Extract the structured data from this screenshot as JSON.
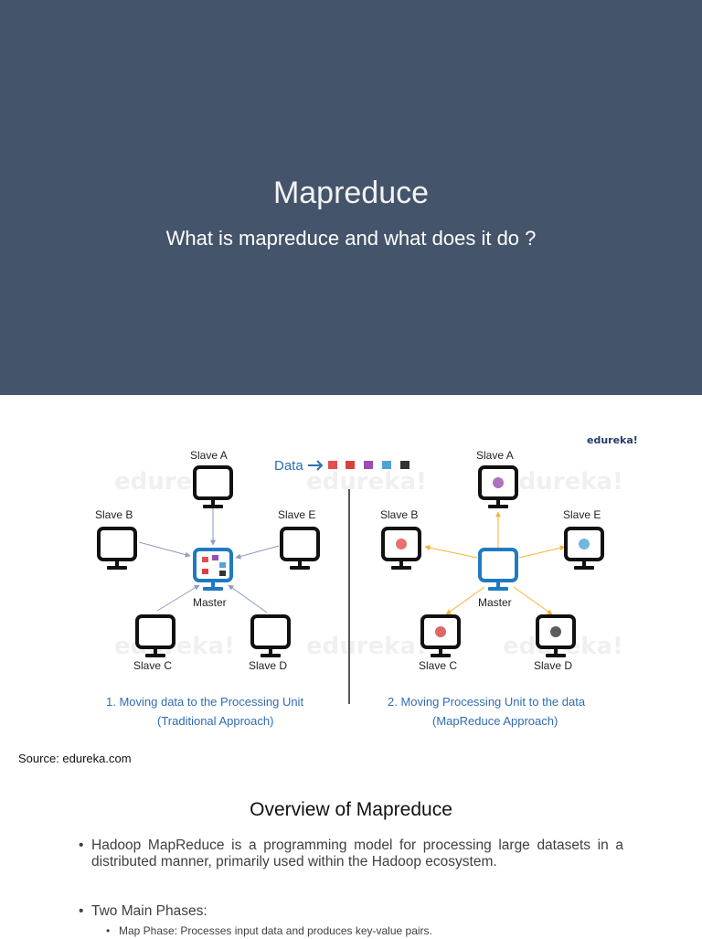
{
  "slide1": {
    "title": "Mapreduce",
    "subtitle": "What is mapreduce and what does it do ?"
  },
  "figure": {
    "brand": "edureka!",
    "watermark": "edureka!",
    "data_label": "Data",
    "left": {
      "slave_a": "Slave A",
      "slave_b": "Slave B",
      "slave_e": "Slave E",
      "slave_c": "Slave C",
      "slave_d": "Slave D",
      "master": "Master",
      "caption_line1": "1.    Moving data to the Processing Unit",
      "caption_line2": "(Traditional Approach)"
    },
    "right": {
      "slave_a": "Slave A",
      "slave_b": "Slave B",
      "slave_e": "Slave E",
      "slave_c": "Slave C",
      "slave_d": "Slave D",
      "master": "Master",
      "caption_line1": "2. Moving Processing Unit  to the data",
      "caption_line2": "(MapReduce Approach)"
    },
    "colors": {
      "accent": "#2f6db5",
      "arrow": "#f5b335",
      "arrow_left": "#8e9bc4"
    }
  },
  "source": "Source: edureka.com",
  "overview": {
    "title": "Overview of Mapreduce",
    "bullet1": "Hadoop MapReduce is a programming model for processing large datasets in a distributed manner, primarily used within the Hadoop ecosystem.",
    "bullet2": "Two Main Phases:",
    "sub1": "Map Phase: Processes input data and produces key-value pairs."
  }
}
